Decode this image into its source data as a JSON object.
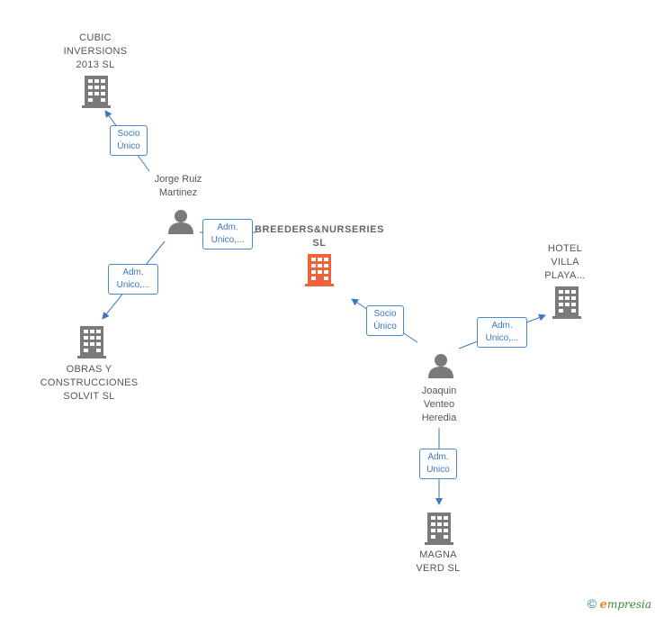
{
  "colors": {
    "company_icon": "#7a7a7a",
    "focus_company_icon": "#f0623a",
    "person_icon": "#7a7a7a",
    "edge": "#3a78c4"
  },
  "nodes": {
    "cubic": {
      "label": "CUBIC\nINVERSIONS\n2013  SL",
      "type": "company",
      "icon": "building-icon"
    },
    "jorge": {
      "label": "Jorge Ruiz\nMartinez",
      "type": "person",
      "icon": "person-icon"
    },
    "breeders": {
      "label": "BREEDERS&NURSERIES\nSL",
      "type": "company",
      "icon": "building-icon",
      "focus": true
    },
    "hotel": {
      "label": "HOTEL\nVILLA\nPLAYA...",
      "type": "company",
      "icon": "building-icon"
    },
    "obras": {
      "label": "OBRAS Y\nCONSTRUCCIONES\nSOLVIT  SL",
      "type": "company",
      "icon": "building-icon"
    },
    "joaquin": {
      "label": "Joaquin\nVenteo\nHeredia",
      "type": "person",
      "icon": "person-icon"
    },
    "magna": {
      "label": "MAGNA\nVERD SL",
      "type": "company",
      "icon": "building-icon"
    }
  },
  "edges": [
    {
      "from": "jorge",
      "to": "cubic",
      "label": "Socio\nÚnico"
    },
    {
      "from": "jorge",
      "to": "breeders",
      "label": "Adm.\nUnico,..."
    },
    {
      "from": "jorge",
      "to": "obras",
      "label": "Adm.\nUnico,..."
    },
    {
      "from": "joaquin",
      "to": "breeders",
      "label": "Socio\nÚnico"
    },
    {
      "from": "joaquin",
      "to": "hotel",
      "label": "Adm.\nUnico,..."
    },
    {
      "from": "joaquin",
      "to": "magna",
      "label": "Adm.\nUnico"
    }
  ],
  "footer": {
    "copyright": "©",
    "brand_initial": "e",
    "brand_rest": "mpresia"
  }
}
